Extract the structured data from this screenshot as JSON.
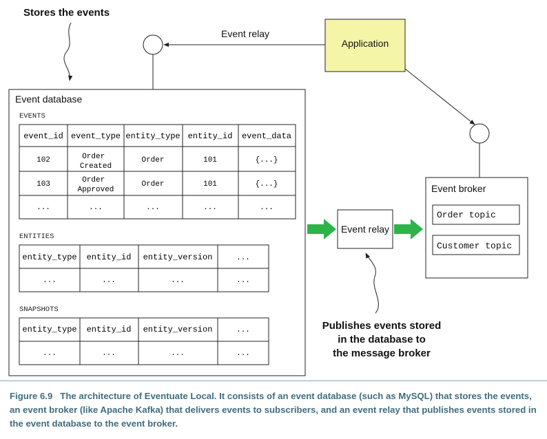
{
  "annotations": {
    "stores_events": "Stores the events",
    "publishes_line1": "Publishes events stored",
    "publishes_line2": "in the database to",
    "publishes_line3": "the message broker"
  },
  "nodes": {
    "application": "Application",
    "event_relay_top": "Event relay",
    "event_relay_box": "Event relay",
    "event_database": "Event database",
    "event_broker": "Event broker",
    "order_topic": "Order topic",
    "customer_topic": "Customer topic"
  },
  "events_table": {
    "label": "EVENTS",
    "headers": [
      "event_id",
      "event_type",
      "entity_type",
      "entity_id",
      "event_data"
    ],
    "rows": [
      [
        "102",
        "Order\nCreated",
        "Order",
        "101",
        "{...}"
      ],
      [
        "103",
        "Order\nApproved",
        "Order",
        "101",
        "{...}"
      ],
      [
        "...",
        "...",
        "...",
        "...",
        "..."
      ]
    ]
  },
  "entities_table": {
    "label": "ENTITIES",
    "headers": [
      "entity_type",
      "entity_id",
      "entity_version",
      "..."
    ],
    "rows": [
      [
        "...",
        "...",
        "...",
        "..."
      ]
    ]
  },
  "snapshots_table": {
    "label": "SNAPSHOTS",
    "headers": [
      "entity_type",
      "entity_id",
      "entity_version",
      "..."
    ],
    "rows": [
      [
        "...",
        "...",
        "...",
        "..."
      ]
    ]
  },
  "colors": {
    "application_fill": "#f5f5a8",
    "arrow_green": "#2db34a",
    "caption_text": "#3f6d7d"
  },
  "caption": {
    "figure_label": "Figure 6.9",
    "text": "The architecture of Eventuate Local. It consists of an event database (such as MySQL) that stores the events, an event broker (like Apache Kafka) that delivers events to subscribers, and an event relay that publishes events stored in the event database to the event broker."
  }
}
